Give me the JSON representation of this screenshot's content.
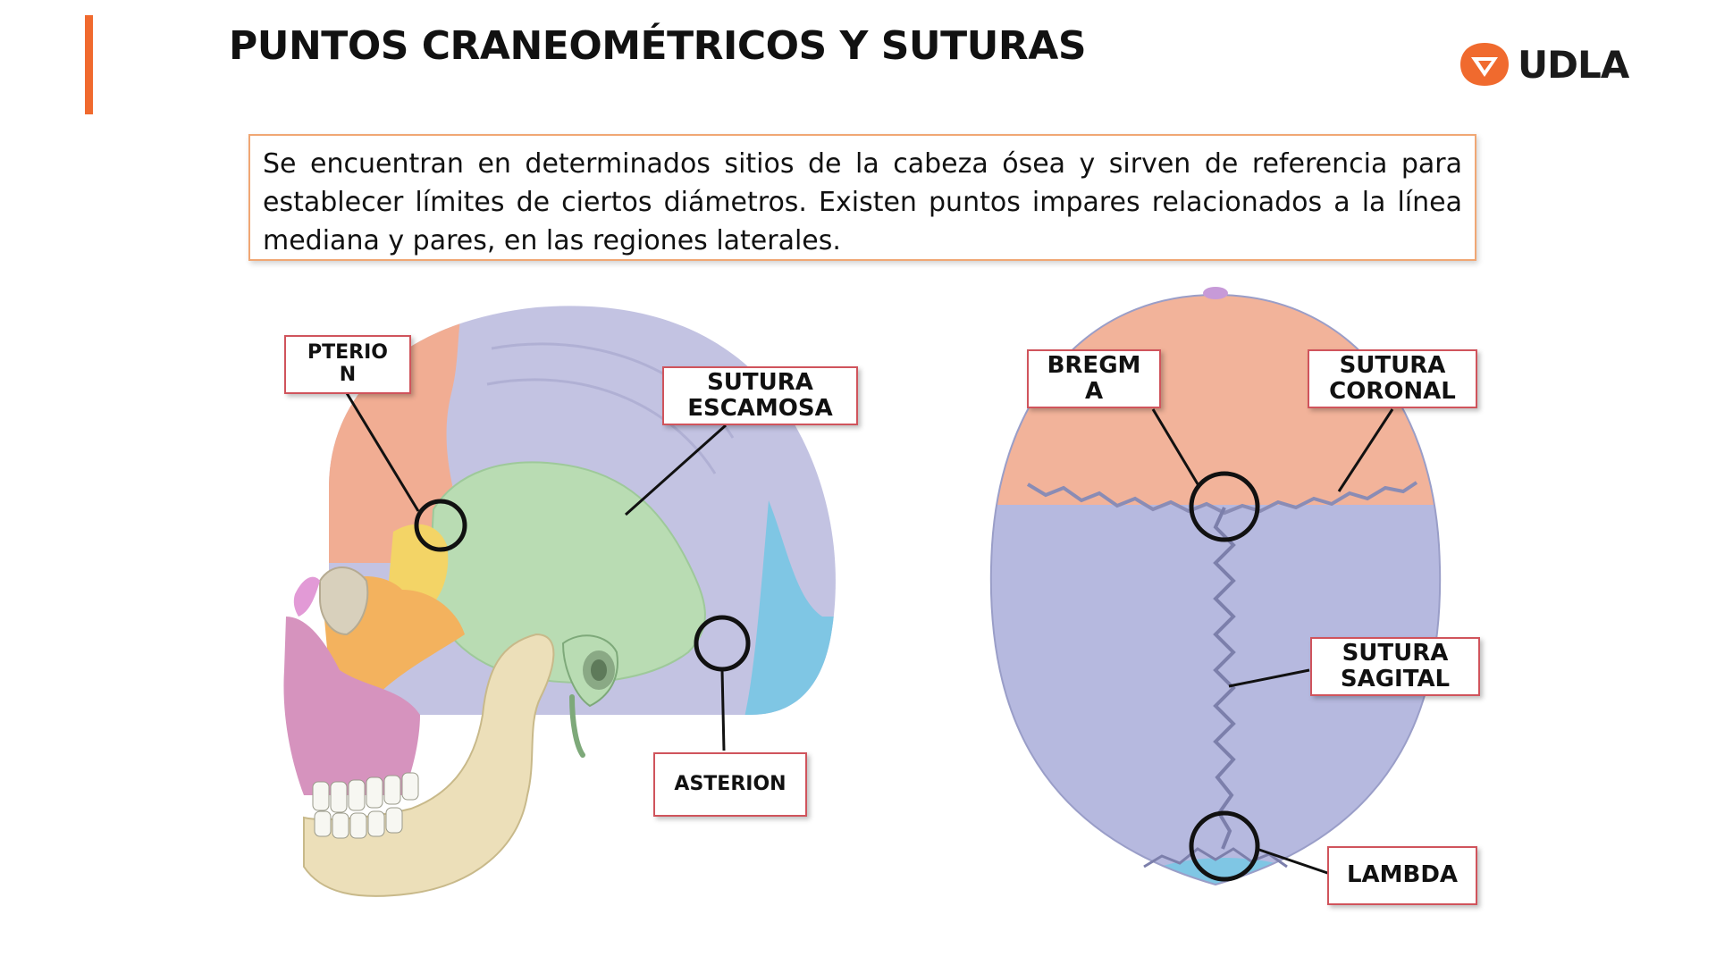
{
  "slide": {
    "title": "PUNTOS CRANEOMÉTRICOS Y SUTURAS",
    "logo_text": "UDLA",
    "description": "Se encuentran en determinados sitios de la cabeza ósea y sirven de referencia para establecer límites de ciertos diámetros. Existen puntos impares relacionados a la línea mediana y pares, en las regiones laterales.",
    "colors": {
      "accent": "#f06a2e",
      "label_border": "#d0545c",
      "box_border": "#f0a774"
    }
  },
  "lateral_view": {
    "labels": {
      "pterion": "PTERIO\nN",
      "sutura_escamosa": "SUTURA\nESCAMOSA",
      "asterion": "ASTERION"
    }
  },
  "superior_view": {
    "labels": {
      "bregma": "BREGM\nA",
      "sutura_coronal": "SUTURA\nCORONAL",
      "sutura_sagital": "SUTURA\nSAGITAL",
      "lambda": "LAMBDA"
    }
  }
}
